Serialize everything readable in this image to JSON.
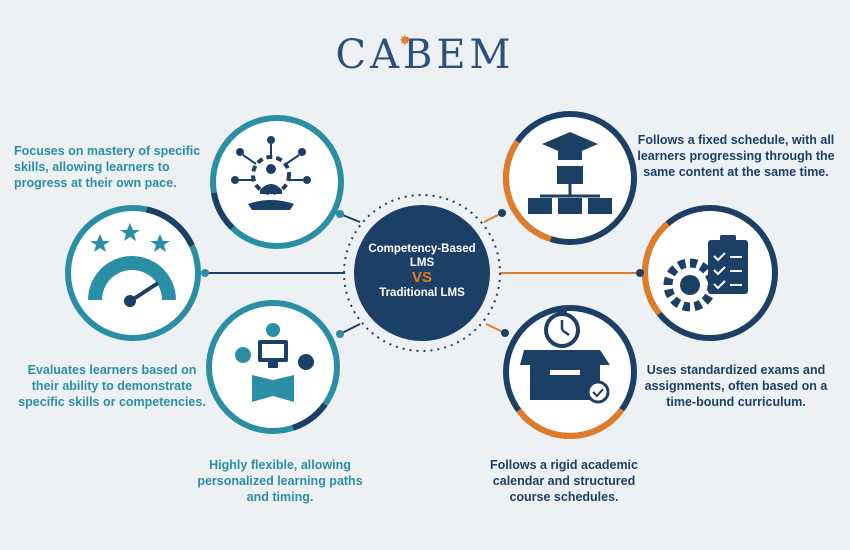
{
  "brand": {
    "name": "CABEM"
  },
  "center": {
    "line1": "Competency-Based",
    "line2": "LMS",
    "vs": "VS",
    "line3": "Traditional LMS"
  },
  "competency": {
    "items": [
      {
        "text": "Focuses on mastery of specific skills, allowing learners to progress at their own pace.",
        "icon": "mastery-network-icon"
      },
      {
        "text": "Evaluates learners based on their ability to demonstrate specific skills or competencies.",
        "icon": "speedometer-stars-icon"
      },
      {
        "text": "Highly flexible, allowing personalized learning paths and timing.",
        "icon": "personalized-learning-icon"
      }
    ]
  },
  "traditional": {
    "items": [
      {
        "text": "Follows a fixed schedule, with all learners progressing through the same content at the same time.",
        "icon": "graduation-hierarchy-icon"
      },
      {
        "text": "Uses standardized exams and assignments, often based on a time-bound curriculum.",
        "icon": "gear-checklist-icon"
      },
      {
        "text": "Follows a rigid academic calendar and structured course schedules.",
        "icon": "stopwatch-box-icon"
      }
    ]
  },
  "colors": {
    "teal": "#2a8fa4",
    "navy": "#1c3f66",
    "orange": "#e07b2a",
    "background": "#eef1f4"
  }
}
